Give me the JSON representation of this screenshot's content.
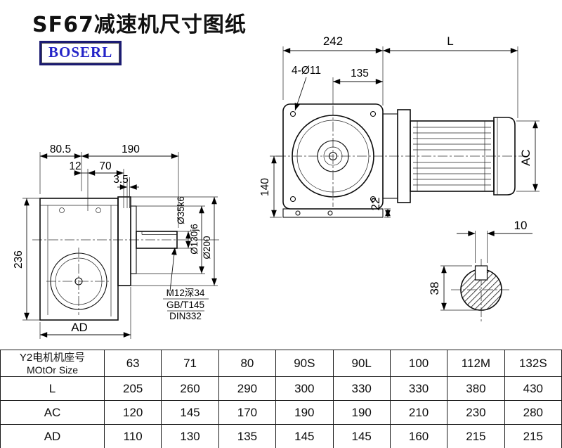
{
  "page": {
    "title": "SF67减速机尺寸图纸",
    "brand": "BOSERL"
  },
  "front_view": {
    "dim_width": "242",
    "dim_motor_len": "L",
    "dim_bolt_holes": "4-Ø11",
    "dim_135": "135",
    "dim_140": "140",
    "dim_22": "22",
    "dim_motor_dia": "AC"
  },
  "side_view": {
    "dim_top_left": "80.5",
    "dim_top_right": "190",
    "dim_12": "12",
    "dim_70": "70",
    "dim_3_5": "3.5",
    "dim_height": "236",
    "dim_ad": "AD",
    "dia_shaft": "Ø35k6",
    "dia_spigot": "Ø130j6",
    "dia_flange": "Ø200",
    "note_tap": "M12深34",
    "note_std1": "GB/T145",
    "note_std2": "DIN332"
  },
  "shaft_view": {
    "dim_key_width": "10",
    "dim_key_height": "38"
  },
  "table": {
    "header_label_line1": "Y2电机机座号",
    "header_label_line2": "MOtOr Size",
    "columns": [
      "63",
      "71",
      "80",
      "90S",
      "90L",
      "100",
      "112M",
      "132S"
    ],
    "rows": [
      {
        "label": "L",
        "values": [
          "205",
          "260",
          "290",
          "300",
          "330",
          "330",
          "380",
          "430"
        ]
      },
      {
        "label": "AC",
        "values": [
          "120",
          "145",
          "170",
          "190",
          "190",
          "210",
          "230",
          "280"
        ]
      },
      {
        "label": "AD",
        "values": [
          "110",
          "130",
          "135",
          "145",
          "145",
          "160",
          "215",
          "215"
        ]
      }
    ]
  }
}
